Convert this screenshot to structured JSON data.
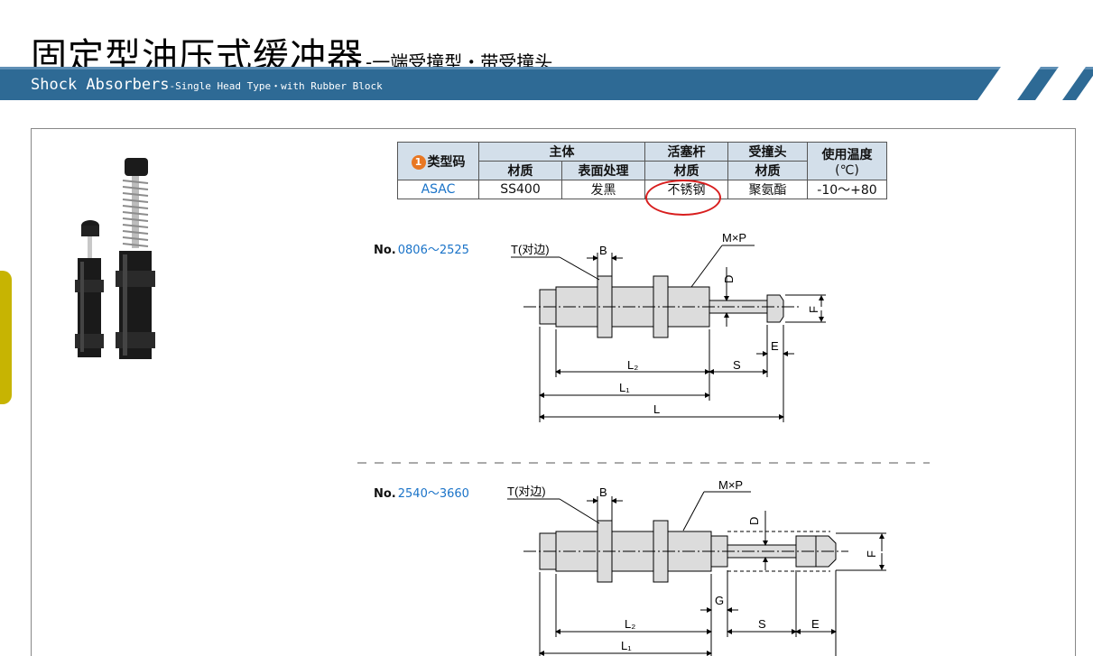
{
  "header": {
    "title_main": "固定型油压式缓冲器",
    "title_sub": "-一端受撞型・带受撞头",
    "title_en_main": "Shock Absorbers",
    "title_en_sub": "-Single Head Type・with Rubber Block"
  },
  "table": {
    "code_badge": "1",
    "code_header": "类型码",
    "group_main": "主体",
    "group_rod": "活塞杆",
    "group_head": "受撞头",
    "temp_header_line1": "使用温度",
    "temp_header_line2": "(℃)",
    "material": "材质",
    "surface": "表面处理",
    "row": {
      "code": "ASAC",
      "body_material": "SS400",
      "surface": "发黑",
      "rod_material": "不锈钢",
      "head_material": "聚氨酯",
      "temp": "-10〜+80"
    }
  },
  "drawing1": {
    "model_prefix": "No.",
    "model_range": "0806〜2525",
    "labels": {
      "t": "T(对边)",
      "b": "B",
      "mp": "M×P",
      "d": "D",
      "f": "F",
      "e": "E",
      "s": "S",
      "l2": "L₂",
      "l1": "L₁",
      "l": "L"
    }
  },
  "drawing2": {
    "model_prefix": "No.",
    "model_range": "2540〜3660",
    "labels": {
      "t": "T(对边)",
      "b": "B",
      "mp": "M×P",
      "d": "D",
      "f": "F",
      "g": "G",
      "s": "S",
      "e": "E",
      "l2": "L₂",
      "l1": "L₁"
    }
  },
  "colors": {
    "band": "#2e6a95",
    "table_header": "#d3dfea",
    "code_blue": "#1a73c8",
    "badge_orange": "#e87722",
    "highlight_red": "#d81e1e",
    "side_tab": "#c7b402"
  }
}
